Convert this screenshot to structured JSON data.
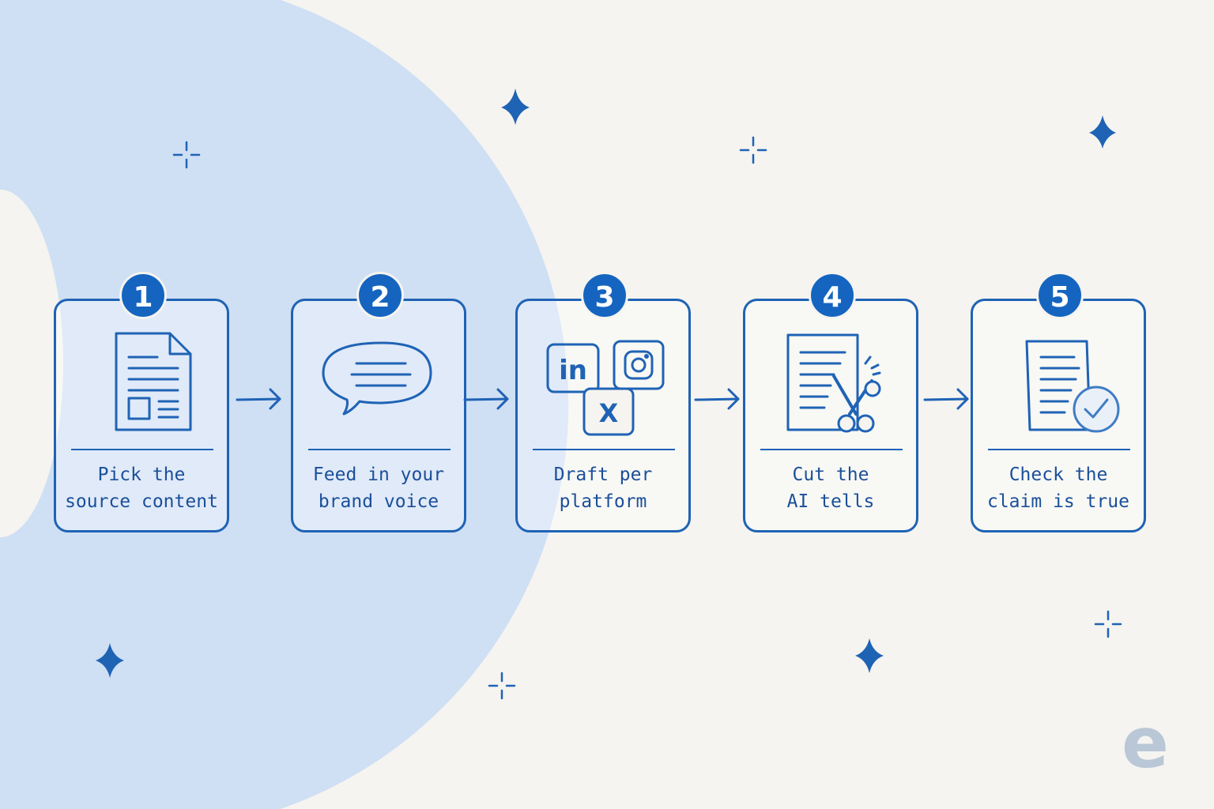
{
  "colors": {
    "primary": "#1565c0",
    "stroke": "#1f63b5",
    "text": "#1b4f9a",
    "circle": "#cfdff4",
    "background": "#f5f4f0"
  },
  "steps": [
    {
      "number": "1",
      "label": "Pick the\nsource content",
      "icon": "document-icon"
    },
    {
      "number": "2",
      "label": "Feed in your\nbrand voice",
      "icon": "speech-bubble-icon"
    },
    {
      "number": "3",
      "label": "Draft per\nplatform",
      "icon": "social-platforms-icon",
      "icon_text": {
        "linkedin": "in",
        "x": "X"
      }
    },
    {
      "number": "4",
      "label": "Cut the\nAI tells",
      "icon": "scissors-document-icon"
    },
    {
      "number": "5",
      "label": "Check the\nclaim is true",
      "icon": "checked-document-icon"
    }
  ],
  "logo": {
    "letter": "e"
  }
}
